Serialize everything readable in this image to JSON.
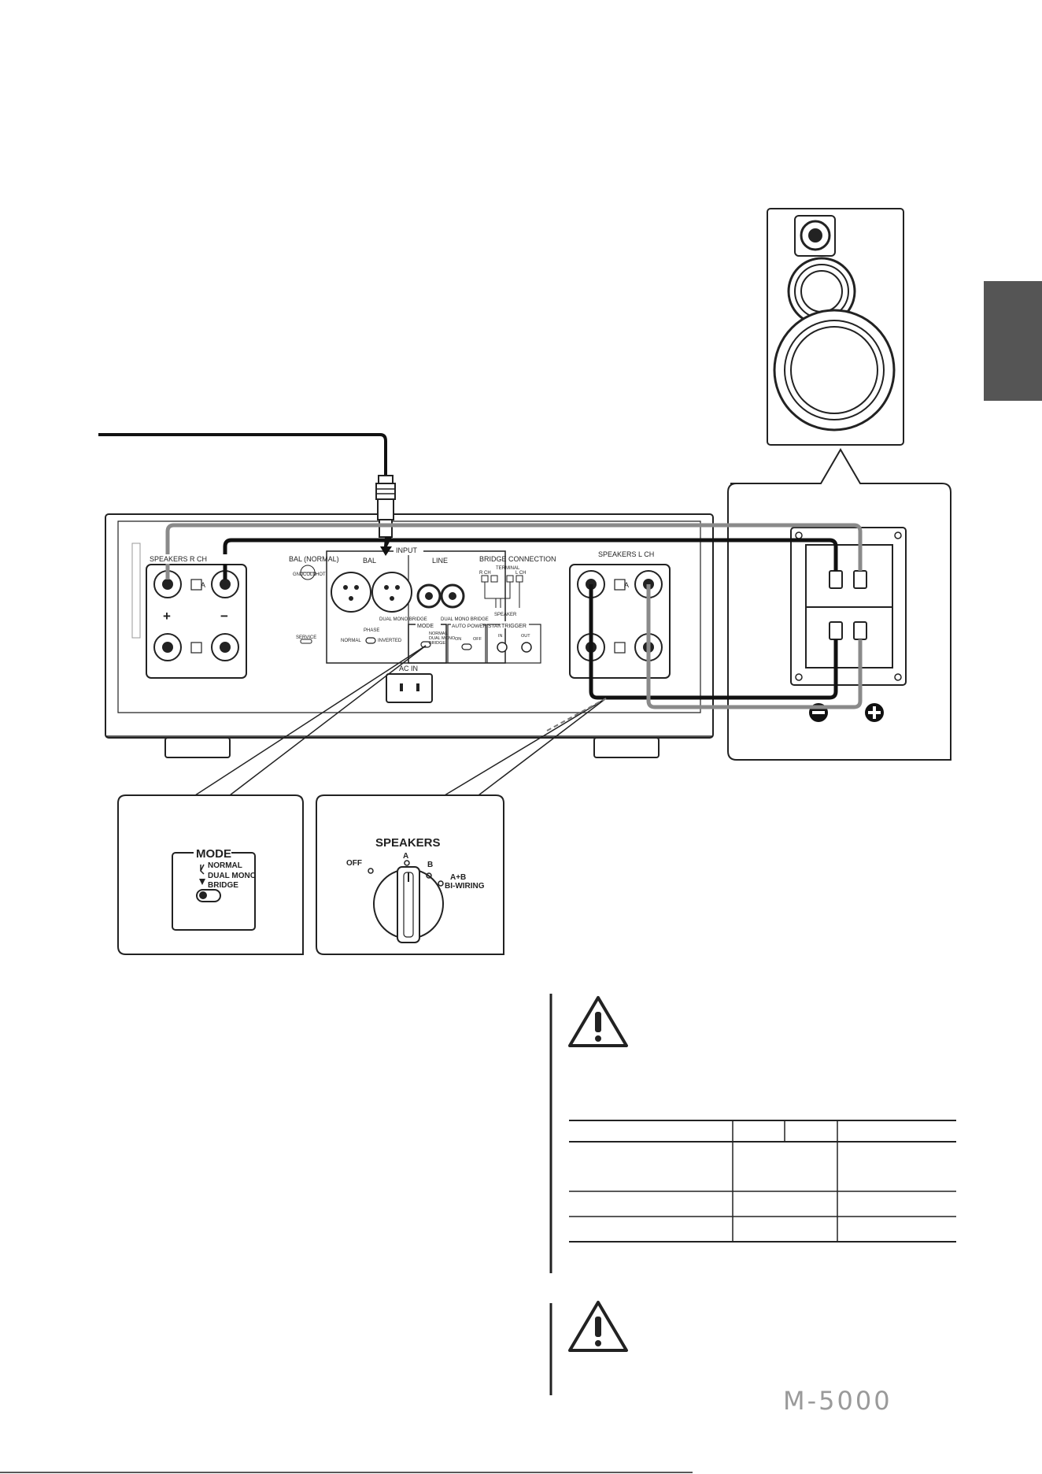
{
  "colors": {
    "tab": "#555555",
    "cable_dark": "#111111",
    "cable_gray": "#8a8a8a",
    "line": "#222222"
  },
  "panel": {
    "speakers_r_ch": "SPEAKERS R CH",
    "speakers_l_ch": "SPEAKERS L CH",
    "bal_normal": "BAL (NORMAL)",
    "bal_pins": [
      "GND",
      "COLD",
      "HOT"
    ],
    "input": "INPUT",
    "bal": "BAL",
    "line": "LINE",
    "dual_mono_bridge": "DUAL MONO BRIDGE",
    "phase": "PHASE",
    "phase_normal": "NORMAL",
    "phase_inverted": "INVERTED",
    "bridge_connection": "BRIDGE CONNECTION",
    "terminal": "TERMINAL",
    "plus_ch": "R CH",
    "minus_ch": "L CH",
    "speaker": "SPEAKER",
    "mode": "MODE",
    "auto_power_standby": "AUTO POWER STANDBY",
    "on": "ON",
    "off": "OFF",
    "trigger": "TRIGGER",
    "in": "IN",
    "out": "OUT",
    "service": "SERVICE",
    "ac_in": "AC IN",
    "terminal_a": "A",
    "plus": "+",
    "minus": "−"
  },
  "mode_callout": {
    "title": "MODE",
    "normal": "NORMAL",
    "dual_mono": "DUAL MONO",
    "bridge": "BRIDGE"
  },
  "speakers_callout": {
    "title": "SPEAKERS",
    "off": "OFF",
    "a": "A",
    "b": "B",
    "ab": "A+B",
    "bi_wiring": "BI-WIRING"
  },
  "footer": {
    "model": "M-5000"
  }
}
